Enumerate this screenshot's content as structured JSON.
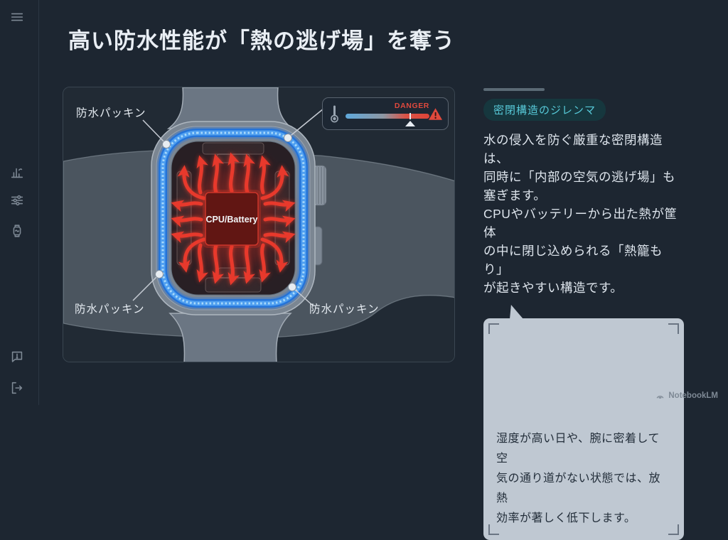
{
  "page": {
    "title": "高い防水性能が「熱の逃げ場」を奪う",
    "watermark": "NotebookLM"
  },
  "sidebar": {
    "icons": [
      "menu-icon",
      "bar-chart-icon",
      "sliders-icon",
      "watch-icon",
      "comment-icon",
      "logout-icon"
    ]
  },
  "diagram": {
    "gasket_labels": [
      "防水パッキン",
      "防水パッキン",
      "防水パッキン"
    ],
    "chip_label": "CPU/Battery",
    "gauge": {
      "danger_label": "DANGER"
    }
  },
  "right_panel": {
    "badge": "密閉構造のジレンマ",
    "body": "水の侵入を防ぐ厳重な密閉構造は、\n同時に「内部の空気の逃げ場」も\n塞ぎます。\nCPUやバッテリーから出た熱が筐体\nの中に閉じ込められる「熱籠もり」\nが起きやすい構造です。",
    "callout": "湿度が高い日や、腕に密着して空\n気の通り道がない状態では、放熱\n効率が著しく低下します。"
  },
  "colors": {
    "background": "#1d2631",
    "panel": "#232d38",
    "gasket_blue": "#2473d8",
    "heat_red": "#e8392c",
    "danger_red": "#e0493d",
    "badge_teal": "#57c9d8",
    "callout_bg": "#bfc8d2"
  }
}
